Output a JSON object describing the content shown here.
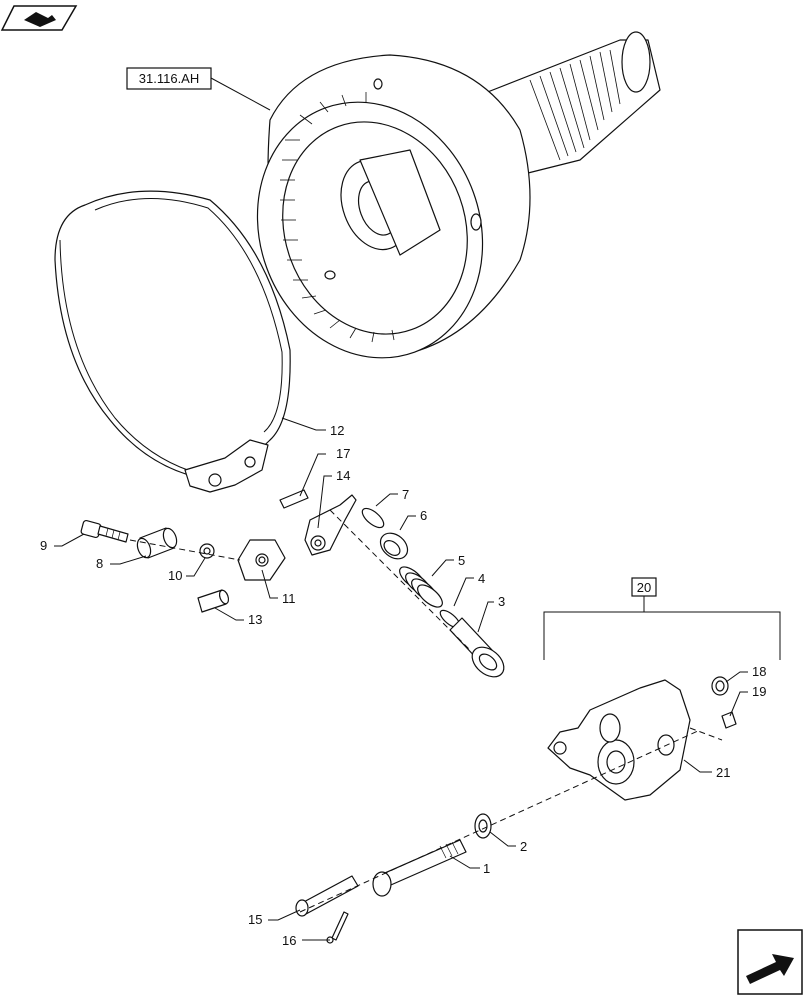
{
  "header": {
    "icon": "book-icon"
  },
  "reference_label": "31.116.AH",
  "group_label": "20",
  "callouts": [
    "1",
    "2",
    "3",
    "4",
    "5",
    "6",
    "7",
    "8",
    "9",
    "10",
    "11",
    "12",
    "13",
    "14",
    "15",
    "16",
    "17",
    "18",
    "19",
    "21"
  ],
  "footer": {
    "icon": "next-page-arrow-icon"
  }
}
